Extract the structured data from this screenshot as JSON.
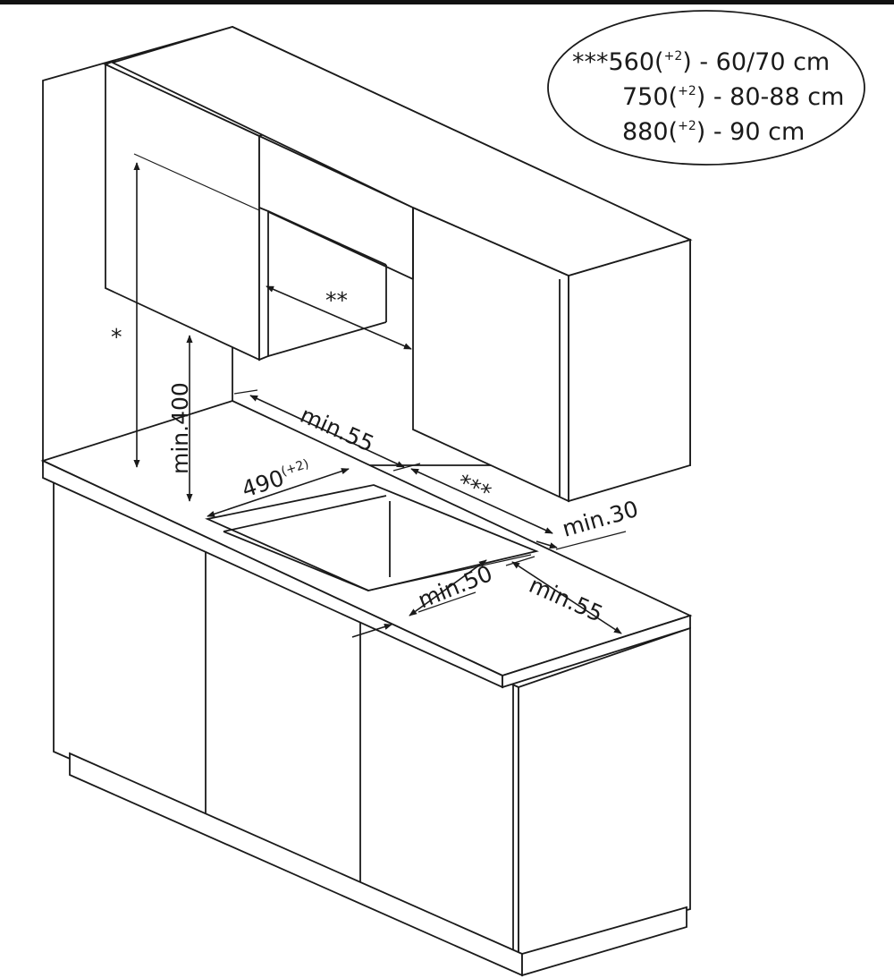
{
  "legend": {
    "rows": [
      {
        "prefix": "***",
        "value": "560",
        "sup": "+2",
        "range": "- 60/70 cm"
      },
      {
        "prefix": "",
        "value": "750",
        "sup": "+2",
        "range": "- 80-88 cm"
      },
      {
        "prefix": "",
        "value": "880",
        "sup": "+2",
        "range": "- 90 cm"
      }
    ]
  },
  "dimensions": {
    "star_single": "*",
    "star_double": "**",
    "star_triple": "***",
    "min_400": "min.400",
    "min_55_back": "min.55",
    "cutout_width": "490",
    "cutout_width_sup": "(+2)",
    "min_30": "min.30",
    "min_50": "min.50",
    "min_55_side": "min.55"
  },
  "colors": {
    "line": "#1a1a1a",
    "background": "#ffffff"
  }
}
